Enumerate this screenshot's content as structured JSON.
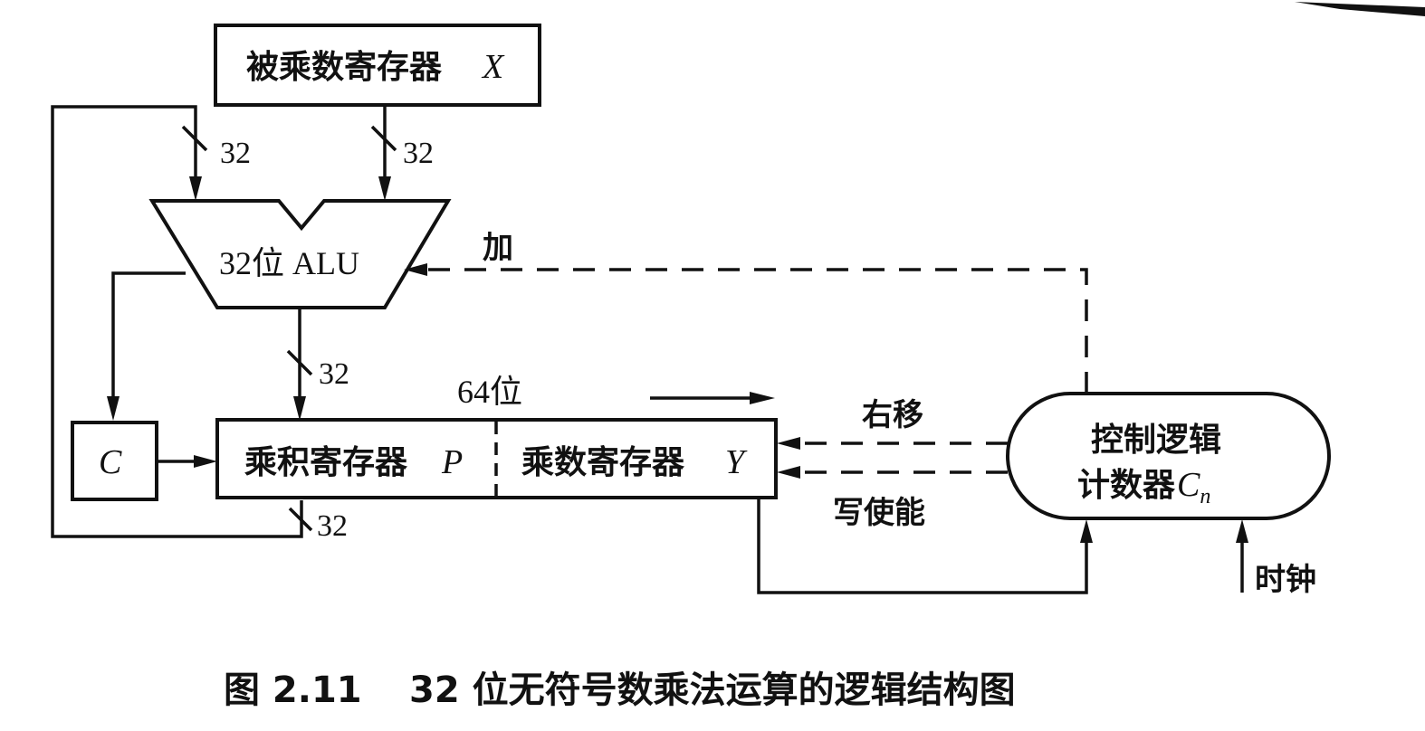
{
  "diagram": {
    "blocks": {
      "multiplicand_register": {
        "label": "被乘数寄存器",
        "symbol": "X"
      },
      "alu": {
        "label": "32位 ALU"
      },
      "carry": {
        "symbol": "C"
      },
      "product_register": {
        "label": "乘积寄存器",
        "symbol": "P"
      },
      "multiplier_register": {
        "label": "乘数寄存器",
        "symbol": "Y"
      },
      "control_logic": {
        "line1": "控制逻辑",
        "line2": "计数器",
        "symbol": "C",
        "subscript": "n"
      }
    },
    "bus_widths": {
      "feedback_to_alu": "32",
      "x_to_alu": "32",
      "alu_to_p": "32",
      "p_feedback": "32"
    },
    "labels": {
      "width_64": "64位",
      "add": "加",
      "shift_right": "右移",
      "write_enable": "写使能",
      "clock": "时钟"
    },
    "caption": {
      "number": "图 2.11",
      "text": "32 位无符号数乘法运算的逻辑结构图"
    }
  }
}
